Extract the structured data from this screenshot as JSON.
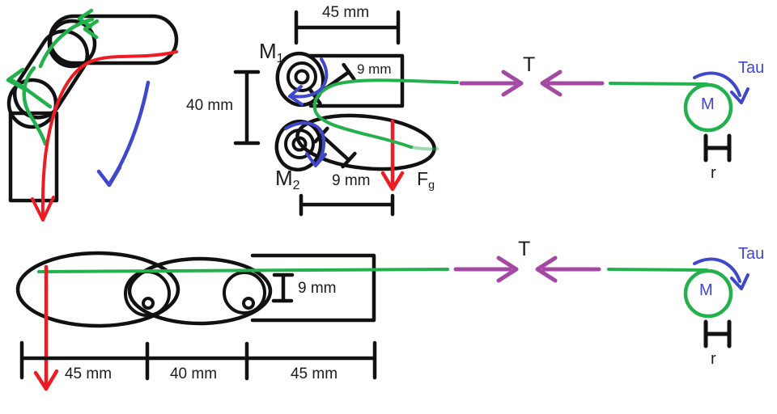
{
  "colors": {
    "tendon_green": "#22B14C",
    "force_red": "#ED1C24",
    "rotation_blue": "#3F48CC",
    "tension_purple": "#A349A4",
    "ink_black": "#111111"
  },
  "labels": {
    "dim_45_top": "45 mm",
    "dim_40_left": "40 mm",
    "dim_9_upper": "9 mm",
    "dim_9_lower": "9 mm",
    "joint1": {
      "main": "M",
      "sub": "1"
    },
    "joint2": {
      "main": "M",
      "sub": "2"
    },
    "gravity_force": {
      "main": "F",
      "sub": "g"
    },
    "tension_top": "T",
    "tension_bottom": "T",
    "torque_top": "Tau",
    "torque_bottom": "Tau",
    "motor_top": "M",
    "motor_bottom": "M",
    "radius_top": "r",
    "radius_bottom": "r",
    "dim_9_bottom": "9 mm",
    "dim_45_bottom_left": "45 mm",
    "dim_40_bottom": "40 mm",
    "dim_45_bottom_right": "45 mm"
  }
}
